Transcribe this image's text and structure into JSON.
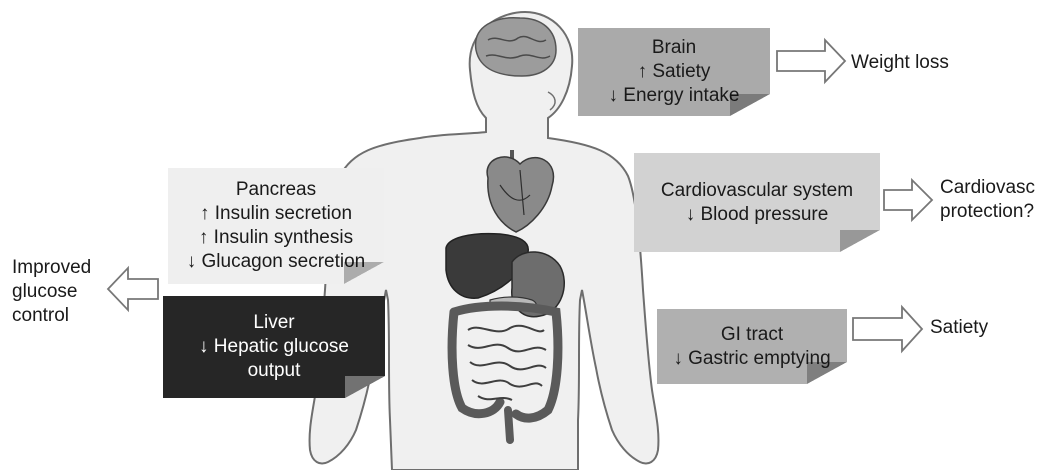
{
  "organs": {
    "brain": {
      "lines": [
        "Brain",
        "↑ Satiety",
        "↓ Energy intake"
      ],
      "outcome": "Weight loss"
    },
    "cardiovascular": {
      "lines": [
        "Cardiovascular system",
        "↓ Blood pressure"
      ],
      "outcome": [
        "Cardiovasc",
        "protection?"
      ]
    },
    "gi_tract": {
      "lines": [
        "GI tract",
        "↓ Gastric emptying"
      ],
      "outcome": "Satiety"
    },
    "pancreas": {
      "lines": [
        "Pancreas",
        "↑ Insulin secretion",
        "↑ Insulin synthesis",
        "↓ Glucagon secretion"
      ]
    },
    "liver": {
      "lines": [
        "Liver",
        "↓ Hepatic glucose",
        "output"
      ]
    },
    "glucose_outcome": [
      "Improved",
      "glucose",
      "control"
    ]
  },
  "colors": {
    "brain_note": "#aaaaaa",
    "cardio_note": "#d2d2d2",
    "gi_note": "#b0b0b0",
    "pancreas_note": "#efefef",
    "liver_note": "#262626",
    "body_fill": "#f0f0f0",
    "outline": "#6e6e6e"
  }
}
